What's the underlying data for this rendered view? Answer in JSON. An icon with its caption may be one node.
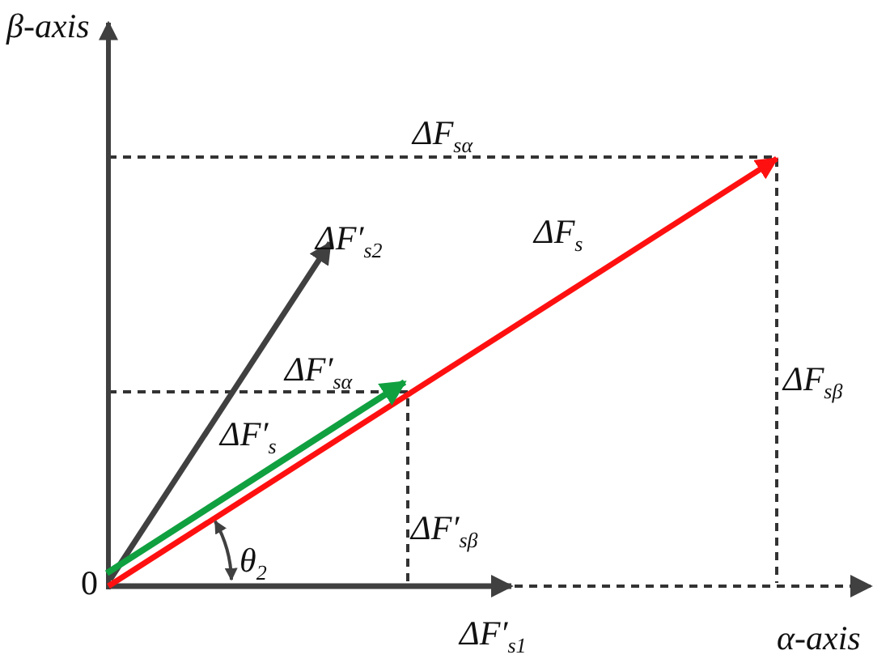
{
  "diagram": {
    "labels": [
      "β-axis",
      "ΔF$_{sα}$",
      "ΔF′$_{s2}$",
      "ΔF$_{s}$",
      "ΔF′$_{sα}$",
      "ΔF′$_{s}$",
      "ΔF$_{sβ}$",
      "ΔF′$_{sβ}$",
      "θ$_{2}$",
      "0",
      "ΔF′$_{s1}$",
      "α-axis"
    ]
  }
}
